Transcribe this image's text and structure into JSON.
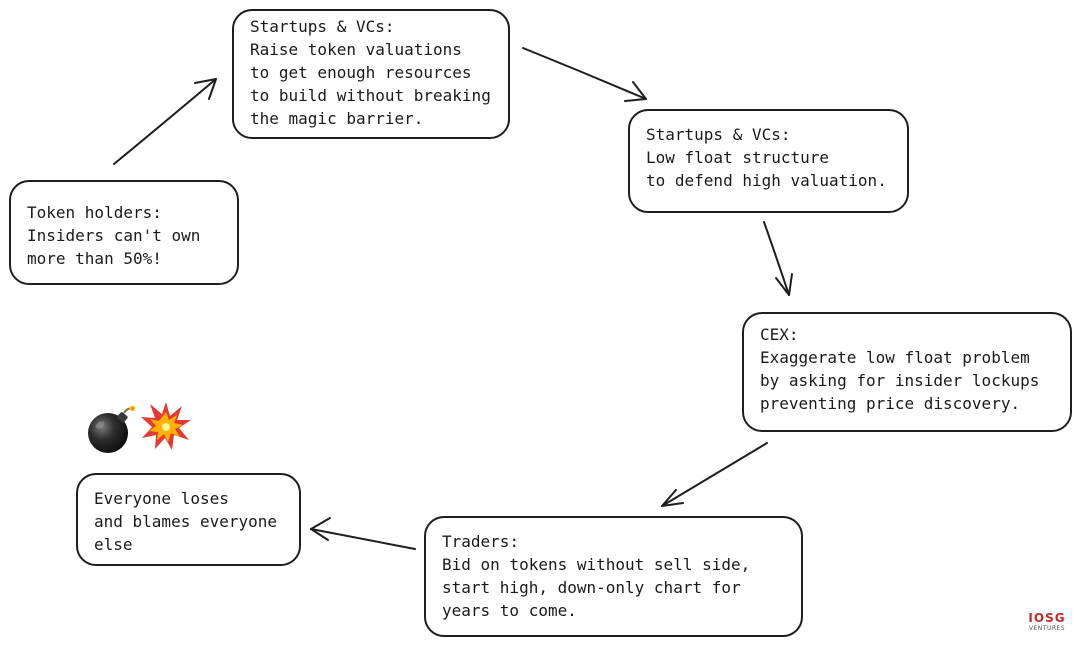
{
  "nodes": [
    {
      "id": "n1",
      "lines": [
        "Startups & VCs:",
        "Raise token valuations",
        "to get enough resources",
        "to build without breaking",
        "the magic barrier."
      ]
    },
    {
      "id": "n2",
      "lines": [
        "Startups & VCs:",
        "Low float structure",
        "to defend high valuation."
      ]
    },
    {
      "id": "n3",
      "lines": [
        "CEX:",
        "Exaggerate low float problem",
        "by asking for insider lockups",
        "preventing price discovery."
      ]
    },
    {
      "id": "n4",
      "lines": [
        "Traders:",
        "Bid on tokens without sell side,",
        "start high, down-only chart for",
        "years to come."
      ]
    },
    {
      "id": "n5",
      "lines": [
        "Everyone loses",
        "and blames everyone",
        "else"
      ]
    },
    {
      "id": "n6",
      "lines": [
        "Token holders:",
        "Insiders can't own",
        "more than 50%!"
      ]
    }
  ],
  "edges": [
    {
      "from": "n6",
      "to": "n1"
    },
    {
      "from": "n1",
      "to": "n2"
    },
    {
      "from": "n2",
      "to": "n3"
    },
    {
      "from": "n3",
      "to": "n4"
    },
    {
      "from": "n4",
      "to": "n5"
    }
  ],
  "decorations": {
    "icons": [
      "bomb-icon",
      "explosion-icon"
    ]
  },
  "watermark": {
    "name": "IOSG",
    "sub": "VENTURES"
  },
  "colors": {
    "stroke": "#1e1e1e",
    "text": "#1a1a1a",
    "watermark": "#c62828"
  }
}
